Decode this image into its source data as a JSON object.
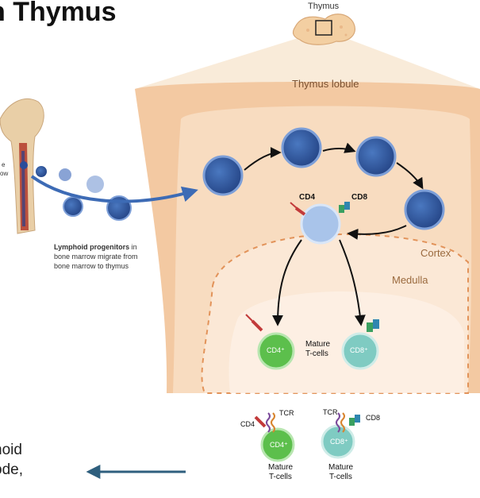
{
  "title": "n Thymus",
  "labels": {
    "thymus": "Thymus",
    "thymus_lobule": "Thymus lobule",
    "cortex": "Cortex",
    "medulla": "Medulla",
    "cd4": "CD4",
    "cd8": "CD8",
    "mature": "Mature",
    "tcells": "T-cells",
    "cd4_cell": "CD4⁺",
    "cd8_cell": "CD8⁺",
    "bm_partial_1": "e",
    "bm_partial_2": "ow",
    "progenitors_bold": "Lymphoid progenitors",
    "progenitors_rest": " in",
    "progenitors_line2": "bone marrow migrate from",
    "progenitors_line3": "bone marrow to thymus",
    "lower_cd4": "CD4",
    "lower_tcr1": "TCR",
    "lower_tcr2": "TCR",
    "lower_cd8": "CD8",
    "lower_cd4_cell": "CD4⁺",
    "lower_cd8_cell": "CD8⁺",
    "lower_mature1": "Mature",
    "lower_tcells1": "T-cells",
    "lower_mature2": "Mature",
    "lower_tcells2": "T-cells"
  },
  "bottom_text": {
    "line1": "hoid",
    "line2": "ode,"
  },
  "colors": {
    "lobule_outer": "#f3c9a2",
    "lobule_cortex": "#f8dcc0",
    "medulla": "#fbe8d6",
    "thymocyte": "#3a64a8",
    "dp_cell": "#a9c4ea",
    "cd4_cell": "#5cbf4c",
    "cd8_cell": "#7fcbc2",
    "arrow_blue": "#3d6bb5",
    "bottom_arrow": "#2f5f7e"
  }
}
